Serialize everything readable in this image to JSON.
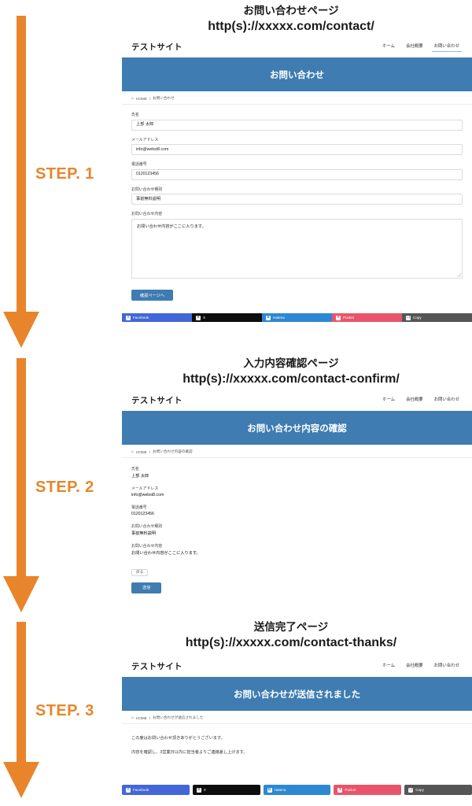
{
  "steps": [
    {
      "label": "STEP. 1"
    },
    {
      "label": "STEP. 2"
    },
    {
      "label": "STEP. 3"
    }
  ],
  "captions": [
    {
      "title": "お問い合わせページ",
      "url": "http(s)://xxxxx.com/contact/"
    },
    {
      "title": "入力内容確認ページ",
      "url": "http(s)://xxxxx.com/contact-confirm/"
    },
    {
      "title": "送信完了ページ",
      "url": "http(s)://xxxxx.com/contact-thanks/"
    }
  ],
  "site": {
    "title": "テストサイト",
    "nav": [
      {
        "label": "ホーム"
      },
      {
        "label": "会社概要"
      },
      {
        "label": "お問い合わせ"
      }
    ],
    "home_icon": "home-icon",
    "home_label": "HOME",
    "separator": "/"
  },
  "step1": {
    "hero": "お問い合わせ",
    "breadcrumb_current": "お問い合わせ",
    "fields": [
      {
        "label": "氏名",
        "value": "上部 太郎"
      },
      {
        "label": "メールアドレス",
        "value": "info@webst8.com"
      },
      {
        "label": "電話番号",
        "value": "0120123456"
      },
      {
        "label": "お問い合わせ種別",
        "value": "事前無料説明"
      }
    ],
    "textarea": {
      "label": "お問い合わせ内容",
      "value": "お問い合わせ内容がここに入ります。"
    },
    "submit_label": "確認ページへ"
  },
  "step2": {
    "hero": "お問い合わせ内容の確認",
    "breadcrumb_current": "お問い合わせ内容の確認",
    "items": [
      {
        "label": "氏名",
        "value": "上部 太郎"
      },
      {
        "label": "メールアドレス",
        "value": "info@webst8.com"
      },
      {
        "label": "電話番号",
        "value": "0120123456"
      },
      {
        "label": "お問い合わせ種別",
        "value": "事前無料説明"
      },
      {
        "label": "お問い合わせ内容",
        "value": "お問い合わせ内容がここに入ります。"
      }
    ],
    "back_label": "戻る",
    "send_label": "送信"
  },
  "step3": {
    "hero": "お問い合わせが送信されました",
    "breadcrumb_current": "お問い合わせが送信されました",
    "line1": "この度はお問い合わせ頂きありがとうございます。",
    "line2": "内容を確認し、3営業日以内に担当者よりご連絡差し上げます。"
  },
  "share": [
    {
      "name": "Facebook",
      "glyph": "f",
      "color": "#4267D8"
    },
    {
      "name": "X",
      "glyph": "✕",
      "color": "#0d0d0d"
    },
    {
      "name": "Hatena",
      "glyph": "B",
      "color": "#2C88D2"
    },
    {
      "name": "Pocket",
      "glyph": "▼",
      "color": "#E8556B"
    },
    {
      "name": "Copy",
      "glyph": "❐",
      "color": "#555555"
    }
  ],
  "colors": {
    "accent_orange": "#E8852B",
    "hero_blue": "#3E7CB1",
    "button_blue": "#3E7CB1"
  }
}
